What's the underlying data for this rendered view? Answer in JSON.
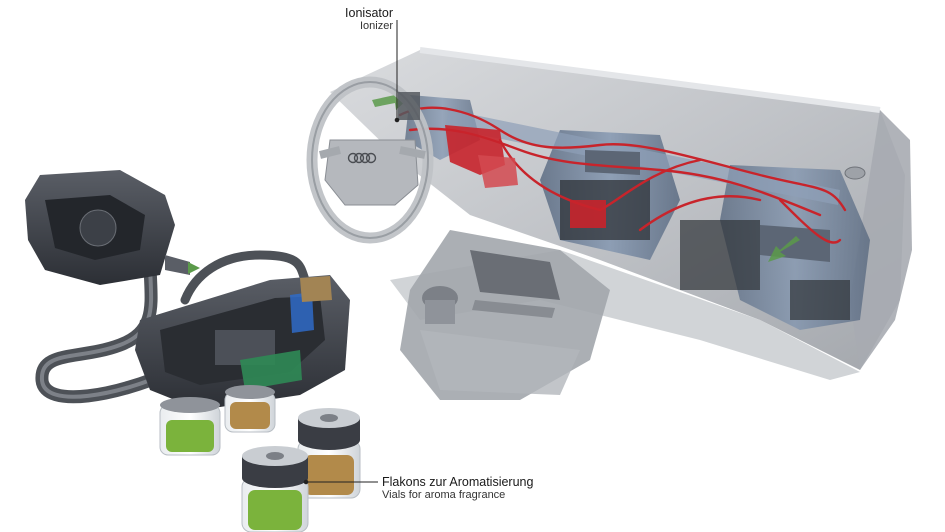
{
  "labels": {
    "ionizer": {
      "de": "Ionisator",
      "en": "Ionizer"
    },
    "vials": {
      "de": "Flakons zur Aromatisierung",
      "en": "Vials for aroma fragrance"
    }
  },
  "brand_logo": "four-rings",
  "colors": {
    "dashboard": "#b9bcc1",
    "dashboard_dark": "#8e9298",
    "module_dark": "#3a3d44",
    "air_duct": "#6b7f99",
    "highlight_red": "#c8242b",
    "fragrance_green": "#7bb33c",
    "fragrance_amber": "#b28a4a",
    "leader_line": "#222222"
  }
}
